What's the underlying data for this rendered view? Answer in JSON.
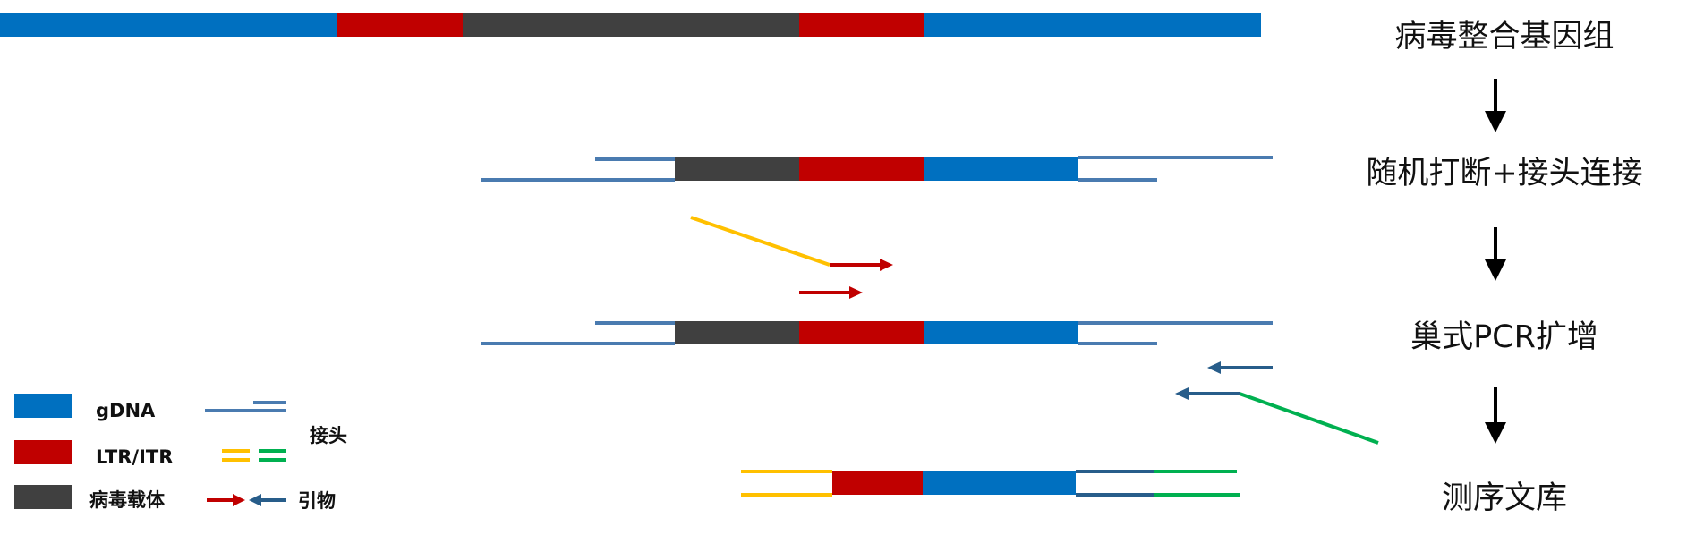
{
  "steps": [
    "病毒整合基因组",
    "随机打断+接头连接",
    "巢式PCR扩增",
    "测序文库"
  ],
  "legend": {
    "gdna": "gDNA",
    "ltr": "LTR/ITR",
    "vector": "病毒载体",
    "adapter": "接头",
    "primer": "引物"
  },
  "colors": {
    "gdna": "#0070C0",
    "ltr": "#C00000",
    "vector": "#404040",
    "adapter": "#4A7BB0",
    "adapter_yellow": "#FFC000",
    "adapter_green": "#00B050",
    "primer_forward": "#C00000",
    "primer_reverse": "#285D8A"
  }
}
